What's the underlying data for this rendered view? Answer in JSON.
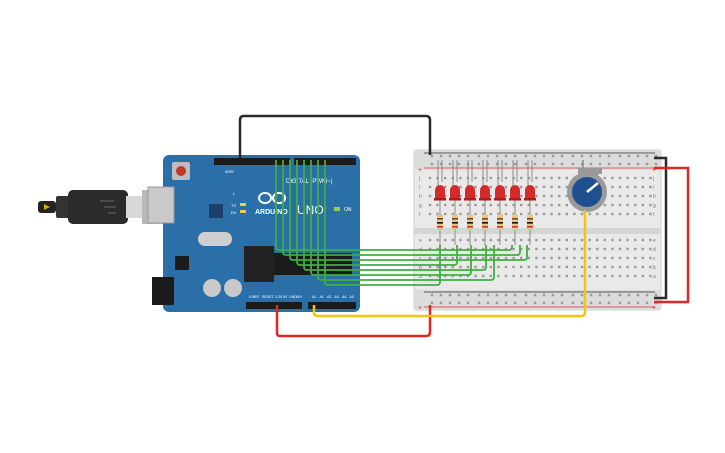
{
  "board": {
    "digital_label": "DIGITAL (PWM~)",
    "brand_label": "ARDUINO",
    "model_label": "UNO",
    "on_label": "ON",
    "l_label": "L",
    "tx_label": "TX",
    "rx_label": "RX",
    "ioref_label": "IOREF",
    "reset_label": "RESET",
    "v33_label": "3.3V",
    "v5_label": "5V",
    "gnd_label": "GND",
    "vin_label": "VIN",
    "a_labels": [
      "A0",
      "A1",
      "A2",
      "A3",
      "A4",
      "A5"
    ],
    "aref_label": "AREF"
  },
  "breadboard": {
    "row_letters_top": [
      "j",
      "i",
      "h",
      "g",
      "f"
    ],
    "row_letters_bottom": [
      "e",
      "d",
      "c",
      "b",
      "a"
    ],
    "plus_label": "+",
    "minus_label": "-"
  },
  "leds": {
    "count": 7,
    "color": "#d42a2a"
  },
  "colors": {
    "board": "#2a6fa8",
    "wire_green": "#3fae3f",
    "wire_red": "#e02525",
    "wire_black": "#2a2a2a",
    "wire_yellow": "#f2c511",
    "pot_knob": "#1f4f8f"
  }
}
